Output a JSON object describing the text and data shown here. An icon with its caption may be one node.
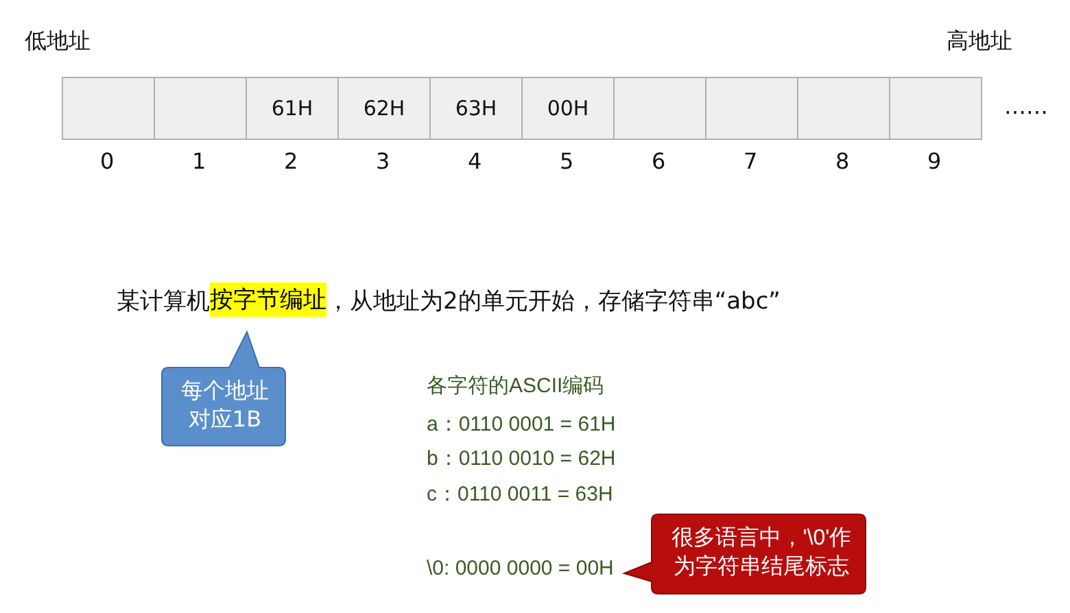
{
  "diagram": {
    "nodes": [
      {
        "text": [],
        "shape": "box"
      },
      {
        "text": [],
        "shape": "box"
      },
      {
        "text": [
          "61H"
        ]
      },
      {
        "text": [
          "62H"
        ]
      },
      {
        "text": [
          "63H"
        ]
      },
      {
        "text": [
          "00H"
        ]
      },
      {
        "text": [],
        "shape": "box"
      },
      {
        "text": [],
        "shape": "box"
      },
      {
        "text": [],
        "shape": "box"
      },
      {
        "text": [],
        "shape": "box"
      },
      {
        "text": [
          "按字节编址"
        ]
      },
      {
        "text": [
          "每个地址对应1B"
        ]
      },
      {
        "text": [
          "很多语言中，'\\0'作为字符串结尾标志"
        ]
      }
    ],
    "edges": [],
    "labels": [
      "低地址",
      "高地址",
      "……",
      "0",
      "1",
      "2",
      "3",
      "4",
      "5",
      "6",
      "7",
      "8",
      "9",
      "某计算机",
      "，从地址为2的单元开始，存储字符串“abc”",
      "各字符的ASCII编码",
      "a：0110 0001 = 61H",
      "b：0110 0010 = 62H",
      "c：0110 0011 = 63H",
      "\\0: 0000 0000 = 00H"
    ]
  }
}
